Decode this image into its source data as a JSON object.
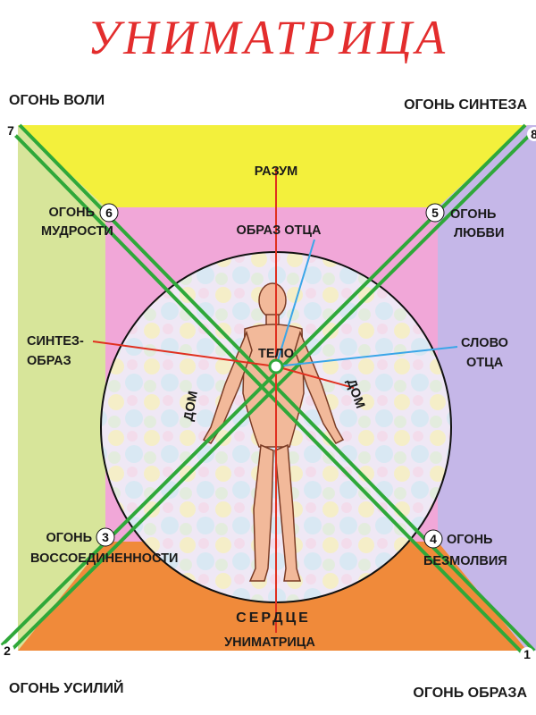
{
  "title": "УНИМАТРИЦА",
  "corners": {
    "top_left": "ОГОНЬ ВОЛИ",
    "top_right": "ОГОНЬ СИНТЕЗА",
    "bottom_left": "ОГОНЬ УСИЛИЙ",
    "bottom_right": "ОГОНЬ ОБРАЗА"
  },
  "inner_fires": {
    "mudrost_line1": "ОГОНЬ",
    "mudrost_line2": "МУДРОСТИ",
    "lyubov_line1": "ОГОНЬ",
    "lyubov_line2": "ЛЮБВИ",
    "vossoed_line1": "ОГОНЬ",
    "vossoed_line2": "ВОССОЕДИНЕННОСТИ",
    "bezmolv_line1": "ОГОНЬ",
    "bezmolv_line2": "БЕЗМОЛВИЯ"
  },
  "numbers": {
    "n1": "1",
    "n2": "2",
    "n3": "3",
    "n4": "4",
    "n5": "5",
    "n6": "6",
    "n7": "7",
    "n8": "8"
  },
  "center_labels": {
    "razum": "РАЗУМ",
    "obraz_otca": "ОБРАЗ ОТЦА",
    "sintez_line1": "СИНТЕЗ-",
    "sintez_line2": "ОБРАЗ",
    "slovo_line1": "СЛОВО",
    "slovo_line2": "ОТЦА",
    "telo": "ТЕЛО",
    "dom_left": "ДОМ",
    "dom_right": "ДОМ",
    "serdce": "СЕРДЦЕ",
    "unimatrica": "УНИМАТРИЦА"
  },
  "colors": {
    "title_red": "#e32d2d",
    "yellow": "#f3f03c",
    "pink": "#f1a7d8",
    "green_side": "#d7e59a",
    "lavender": "#c5b7e8",
    "orange": "#f08a3a",
    "diagonal_green": "#2fa83a",
    "axis_red": "#e0301f",
    "blue_line": "#3aa6e8"
  }
}
